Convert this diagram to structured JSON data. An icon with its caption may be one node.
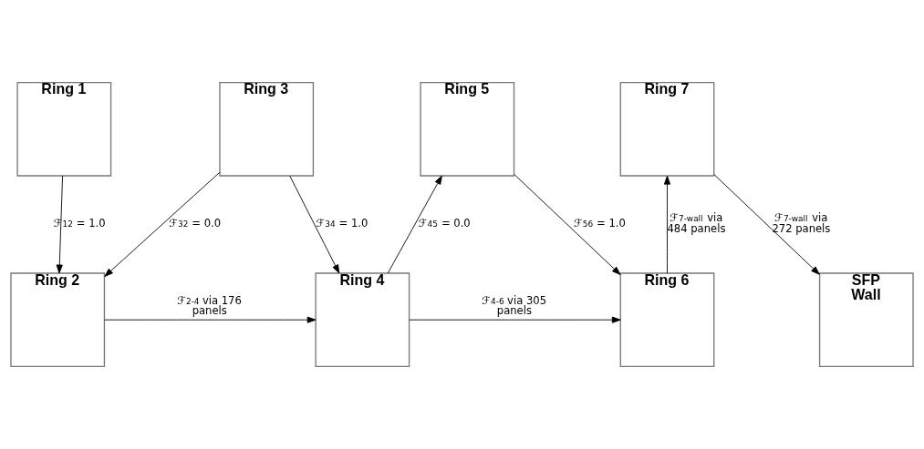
{
  "diagram": {
    "nodes": [
      {
        "text": [
          "Ring 1"
        ]
      },
      {
        "text": [
          "Ring 2"
        ]
      },
      {
        "text": [
          "Ring 3"
        ]
      },
      {
        "text": [
          "Ring 4"
        ]
      },
      {
        "text": [
          "Ring 5"
        ]
      },
      {
        "text": [
          "Ring 6"
        ]
      },
      {
        "text": [
          "Ring 7"
        ]
      },
      {
        "text": [
          "SFP Wall"
        ]
      }
    ],
    "edges": [
      {
        "from": 0,
        "to": 1,
        "arrow": "to",
        "label": "ℱ$_{12}$ = 1.0"
      },
      {
        "from": 2,
        "to": 1,
        "arrow": "to",
        "label": "ℱ$_{32}$ = 0.0"
      },
      {
        "from": 2,
        "to": 3,
        "arrow": "to",
        "label": "ℱ$_{34}$ = 1.0"
      },
      {
        "from": 3,
        "to": 4,
        "arrow": "to",
        "label": "ℱ$_{45}$ = 0.0"
      },
      {
        "from": 4,
        "to": 5,
        "arrow": "to",
        "label": "ℱ$_{56}$ = 1.0"
      },
      {
        "from": 5,
        "to": 6,
        "arrow": "to",
        "label": "ℱ$_{7-wall}$ via 484 panels"
      },
      {
        "from": 6,
        "to": 7,
        "arrow": "to",
        "label": "ℱ$_{7-wall}$ via 272 panels"
      },
      {
        "from": 1,
        "to": 3,
        "arrow": "to",
        "label": "ℱ$_{2-4}$ via 176 panels"
      },
      {
        "from": 3,
        "to": 5,
        "arrow": "to",
        "label": "ℱ$_{4-6}$ via 305 panels"
      }
    ]
  }
}
